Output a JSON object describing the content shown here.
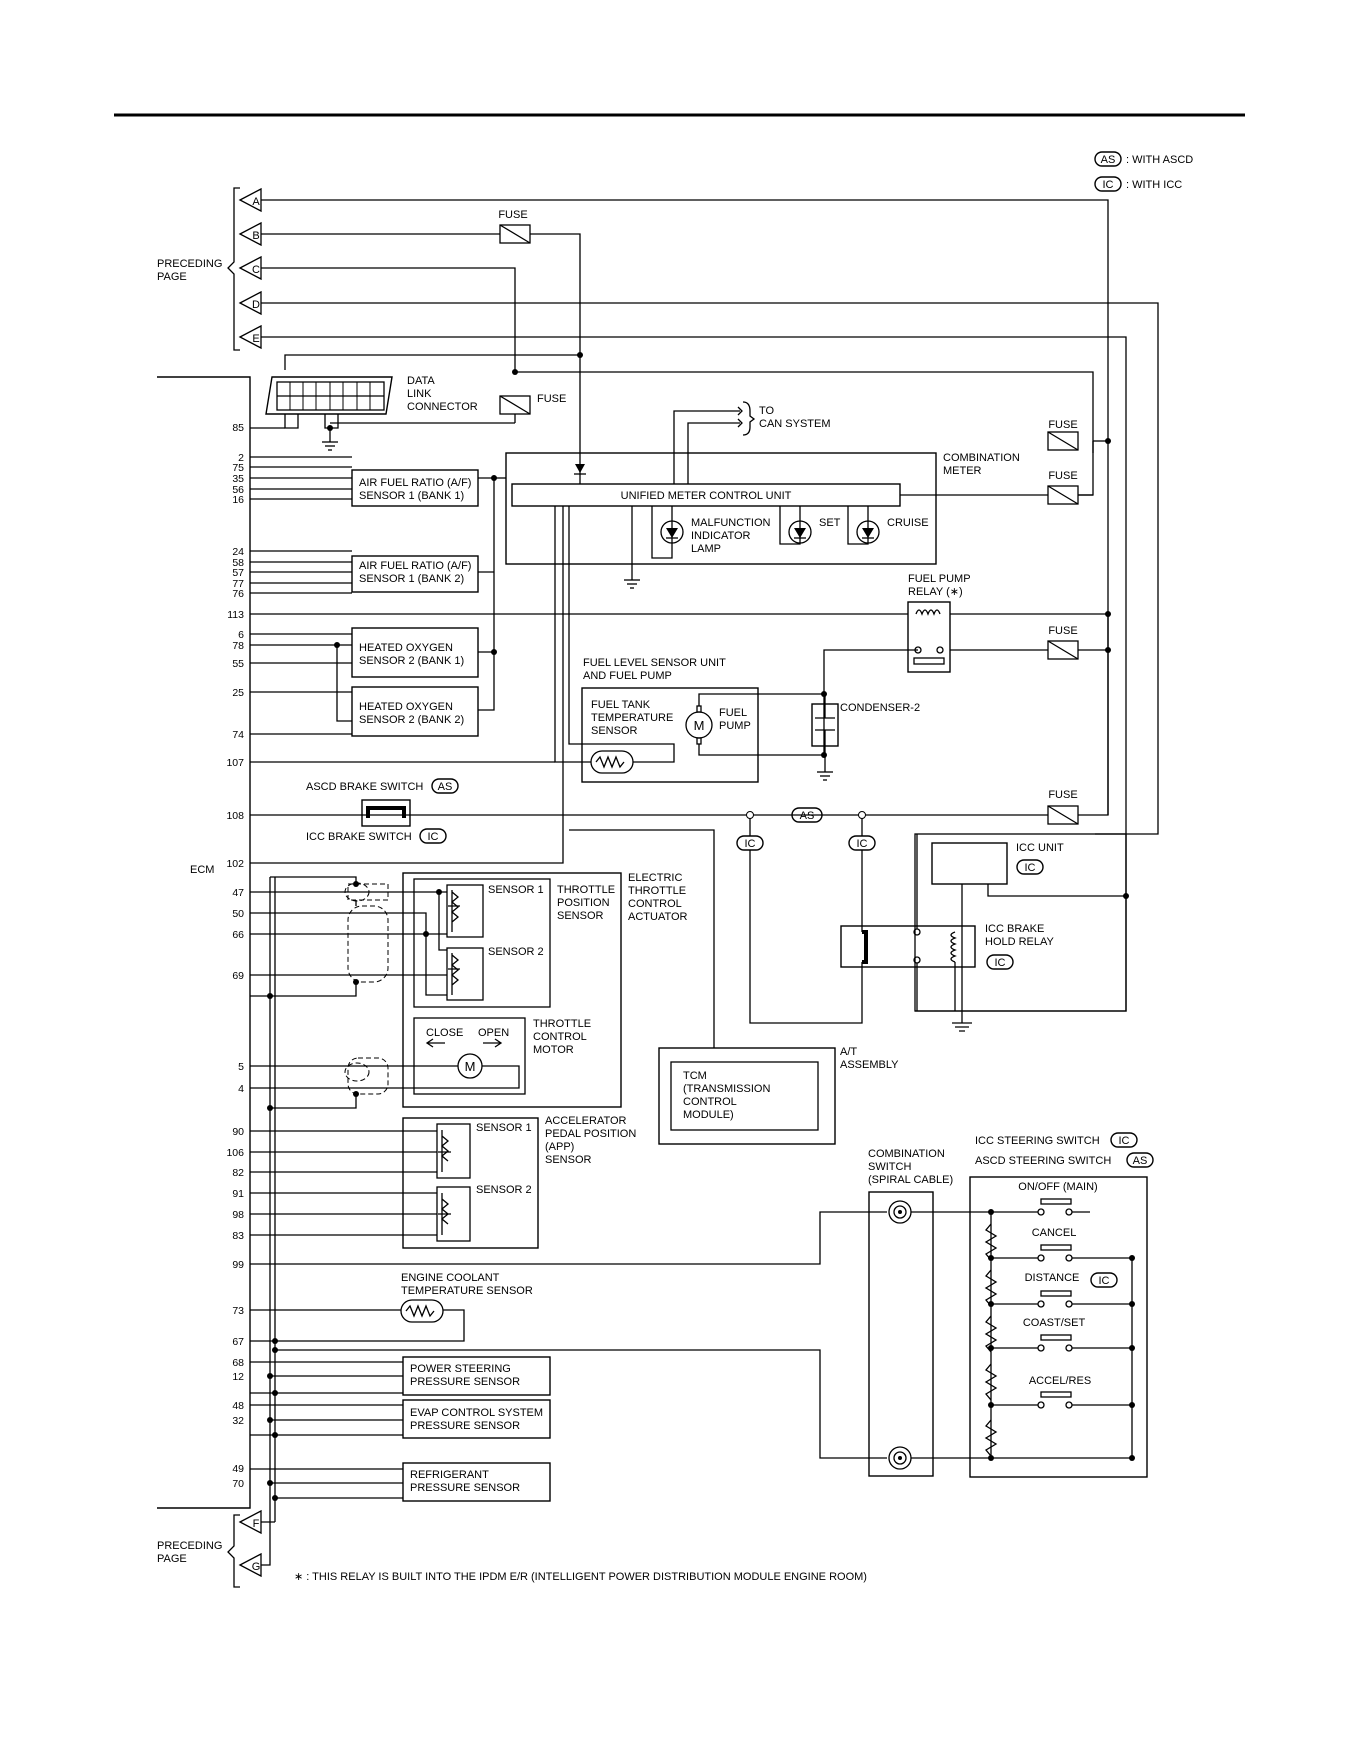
{
  "legend": {
    "as_badge": "AS",
    "as_text": ": WITH ASCD",
    "ic_badge": "IC",
    "ic_text": ": WITH ICC"
  },
  "connectors": {
    "preceding_page": [
      "PRECEDING",
      "PAGE"
    ],
    "top": [
      "A",
      "B",
      "C",
      "D",
      "E"
    ],
    "bottom": [
      "F",
      "G"
    ]
  },
  "labels": {
    "fuse": "FUSE",
    "data_link_connector": [
      "DATA",
      "LINK",
      "CONNECTOR"
    ],
    "to_can_system": [
      "TO",
      "CAN SYSTEM"
    ],
    "combination_meter": [
      "COMBINATION",
      "METER"
    ],
    "unified_meter": "UNIFIED METER CONTROL UNIT",
    "mil": [
      "MALFUNCTION",
      "INDICATOR",
      "LAMP"
    ],
    "set": "SET",
    "cruise": "CRUISE",
    "af_bank1": [
      "AIR FUEL RATIO (A/F)",
      "SENSOR 1 (BANK 1)"
    ],
    "af_bank2": [
      "AIR FUEL RATIO (A/F)",
      "SENSOR 1 (BANK 2)"
    ],
    "ho2_bank1": [
      "HEATED OXYGEN",
      "SENSOR 2 (BANK 1)"
    ],
    "ho2_bank2": [
      "HEATED OXYGEN",
      "SENSOR 2 (BANK 2)"
    ],
    "fuel_pump_relay": [
      "FUEL PUMP",
      "RELAY (∗)"
    ],
    "fuel_level_unit": [
      "FUEL LEVEL SENSOR UNIT",
      "AND FUEL PUMP"
    ],
    "fuel_tank_temp": [
      "FUEL TANK",
      "TEMPERATURE",
      "SENSOR"
    ],
    "fuel_pump": [
      "FUEL",
      "PUMP"
    ],
    "condenser": "CONDENSER-2",
    "ascd_brake": "ASCD BRAKE SWITCH",
    "icc_brake": "ICC BRAKE SWITCH",
    "ecm": "ECM",
    "icc_unit": "ICC UNIT",
    "icc_brake_hold": [
      "ICC BRAKE",
      "HOLD RELAY"
    ],
    "sensor1": "SENSOR 1",
    "sensor2": "SENSOR 2",
    "tps": [
      "THROTTLE",
      "POSITION",
      "SENSOR"
    ],
    "etc_actuator": [
      "ELECTRIC",
      "THROTTLE",
      "CONTROL",
      "ACTUATOR"
    ],
    "close": "CLOSE",
    "open": "OPEN",
    "throttle_motor": [
      "THROTTLE",
      "CONTROL",
      "MOTOR"
    ],
    "at_assembly": [
      "A/T",
      "ASSEMBLY"
    ],
    "tcm": [
      "TCM",
      "(TRANSMISSION",
      "CONTROL",
      "MODULE)"
    ],
    "app_sensor": [
      "ACCELERATOR",
      "PEDAL POSITION",
      "(APP)",
      "SENSOR"
    ],
    "combination_switch": [
      "COMBINATION",
      "SWITCH",
      "(SPIRAL CABLE)"
    ],
    "icc_steering": "ICC STEERING SWITCH",
    "ascd_steering": "ASCD STEERING SWITCH",
    "on_off": "ON/OFF (MAIN)",
    "cancel": "CANCEL",
    "distance": "DISTANCE",
    "coast_set": "COAST/SET",
    "accel_res": "ACCEL/RES",
    "ect_sensor": [
      "ENGINE COOLANT",
      "TEMPERATURE SENSOR"
    ],
    "ps_sensor": [
      "POWER STEERING",
      "PRESSURE SENSOR"
    ],
    "evap_sensor": [
      "EVAP CONTROL SYSTEM",
      "PRESSURE SENSOR"
    ],
    "refrig_sensor": [
      "REFRIGERANT",
      "PRESSURE SENSOR"
    ],
    "motor_symbol": "M",
    "footnote": "∗ : THIS RELAY IS BUILT INTO THE IPDM E/R (INTELLIGENT POWER DISTRIBUTION MODULE ENGINE ROOM)"
  },
  "pins": {
    "dlc": [
      "85"
    ],
    "af1": [
      "2",
      "75",
      "35",
      "56",
      "16"
    ],
    "af2": [
      "24",
      "58",
      "57",
      "77",
      "76"
    ],
    "relay": [
      "113"
    ],
    "ho2": [
      "6",
      "78",
      "55",
      "25",
      "74"
    ],
    "ftt": [
      "107"
    ],
    "brake": [
      "108"
    ],
    "p102": [
      "102"
    ],
    "tps": [
      "47",
      "50",
      "66",
      "69"
    ],
    "motor": [
      "5",
      "4"
    ],
    "app": [
      "90",
      "106",
      "82",
      "91",
      "98",
      "83"
    ],
    "steer": [
      "99"
    ],
    "ect": [
      "73",
      "67"
    ],
    "ps": [
      "68",
      "12"
    ],
    "evap": [
      "48",
      "32"
    ],
    "refrig": [
      "49",
      "70"
    ]
  }
}
